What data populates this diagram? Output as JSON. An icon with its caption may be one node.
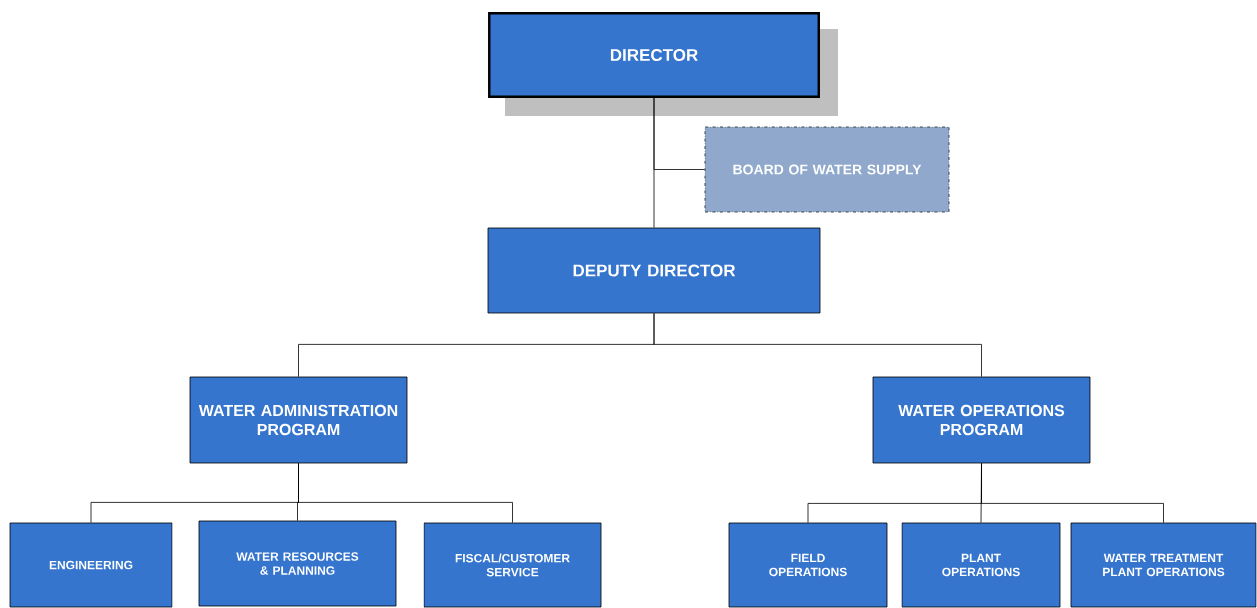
{
  "diagram": {
    "nodes": [
      {
        "text": [
          "DIRECTOR"
        ]
      },
      {
        "text": [
          "BOARD OF WATER SUPPLY"
        ]
      },
      {
        "text": [
          "DEPUTY DIRECTOR"
        ]
      },
      {
        "text": [
          "WATER ADMINISTRATION PROGRAM"
        ]
      },
      {
        "text": [
          "WATER OPERATIONS PROGRAM"
        ]
      },
      {
        "text": [
          "ENGINEERING"
        ]
      },
      {
        "text": [
          "WATER RESOURCES & PLANNING"
        ]
      },
      {
        "text": [
          "FISCAL/CUSTOMER SERVICE"
        ]
      },
      {
        "text": [
          "FIELD OPERATIONS"
        ]
      },
      {
        "text": [
          "PLANT OPERATIONS"
        ]
      },
      {
        "text": [
          "WATER TREATMENT PLANT OPERATIONS"
        ]
      }
    ],
    "edges": [
      {
        "from": 0,
        "to": 2,
        "arrow": "none"
      },
      {
        "from": 0,
        "to": 1,
        "arrow": "none"
      },
      {
        "from": 2,
        "to": 3,
        "arrow": "none"
      },
      {
        "from": 2,
        "to": 4,
        "arrow": "none"
      },
      {
        "from": 3,
        "to": 5,
        "arrow": "none"
      },
      {
        "from": 3,
        "to": 6,
        "arrow": "none"
      },
      {
        "from": 3,
        "to": 7,
        "arrow": "none"
      },
      {
        "from": 4,
        "to": 8,
        "arrow": "none"
      },
      {
        "from": 4,
        "to": 9,
        "arrow": "none"
      },
      {
        "from": 4,
        "to": 10,
        "arrow": "none"
      }
    ]
  }
}
